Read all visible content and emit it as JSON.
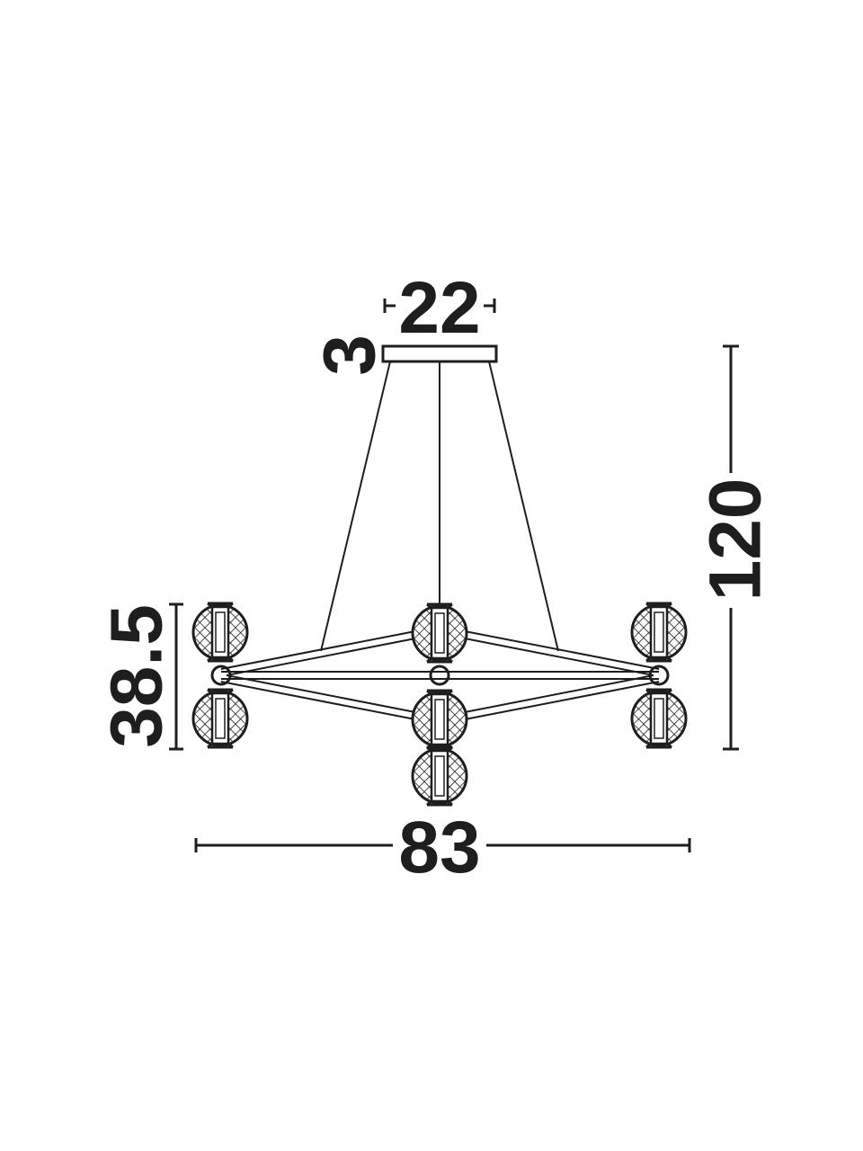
{
  "dimensions": {
    "canopy_width": "22",
    "canopy_height": "3",
    "total_height": "120",
    "lamp_height": "38.5",
    "total_width": "83"
  },
  "colors": {
    "line": "#1e1e1e",
    "background": "#ffffff"
  }
}
